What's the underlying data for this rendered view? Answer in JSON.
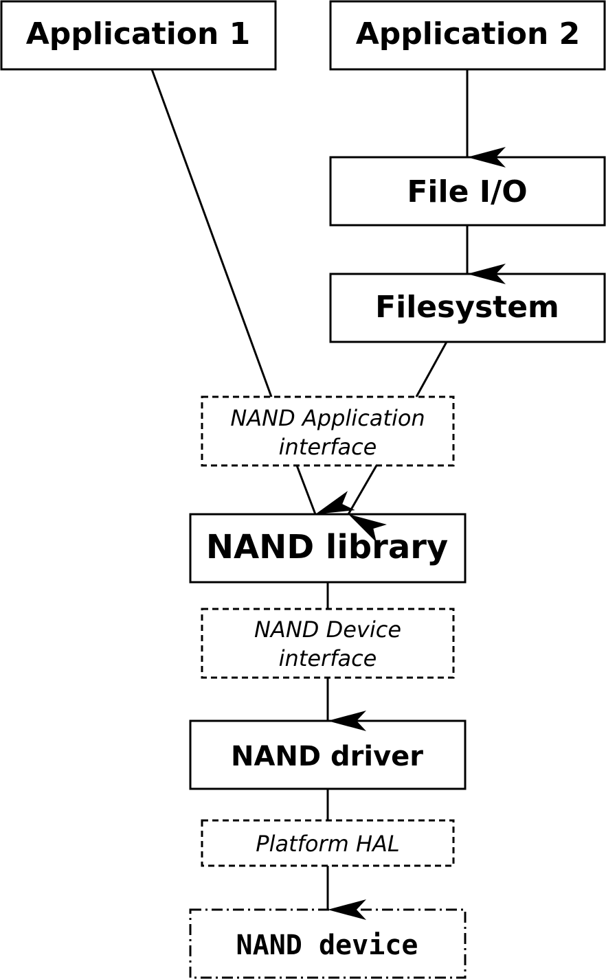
{
  "nodes": {
    "app1": "Application 1",
    "app2": "Application 2",
    "file_io": "File I/O",
    "filesystem": "Filesystem",
    "nand_app_if_line1": "NAND Application",
    "nand_app_if_line2": "interface",
    "nand_library": "NAND library",
    "nand_dev_if_line1": "NAND Device",
    "nand_dev_if_line2": "interface",
    "nand_driver": "NAND driver",
    "platform_hal": "Platform HAL",
    "nand_device": "NAND device"
  }
}
